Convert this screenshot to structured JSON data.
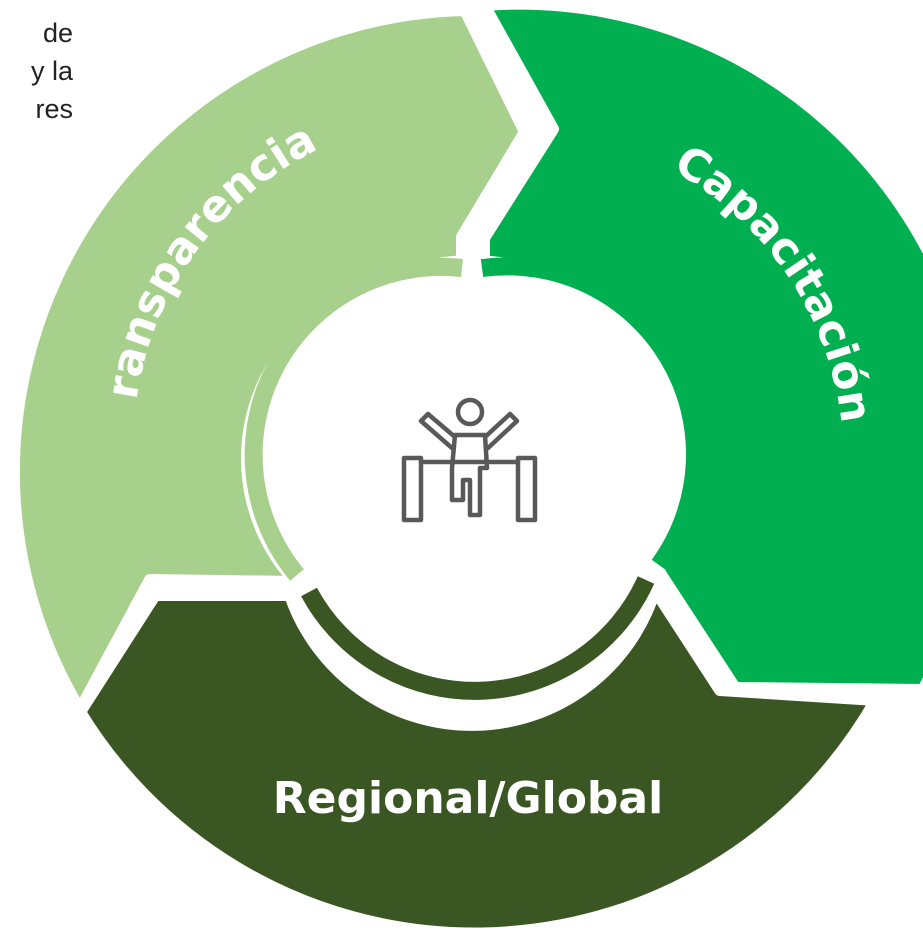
{
  "partial_text": {
    "lines": [
      "de",
      "y la",
      "res"
    ]
  },
  "diagram": {
    "segments": [
      {
        "id": "transparencia",
        "label": "Transparencia",
        "color": "#a8d08d"
      },
      {
        "id": "capacitacion",
        "label": "Capacitación",
        "color": "#00b050"
      },
      {
        "id": "regional",
        "label": "Regional/Global",
        "color": "#3a5622"
      }
    ],
    "center_icon": "person-crossing-finish-line-icon",
    "ring_colors": {
      "left": "#a8d08d",
      "right": "#00b050",
      "bottom": "#3a5622"
    },
    "icon_color": "#595959"
  }
}
